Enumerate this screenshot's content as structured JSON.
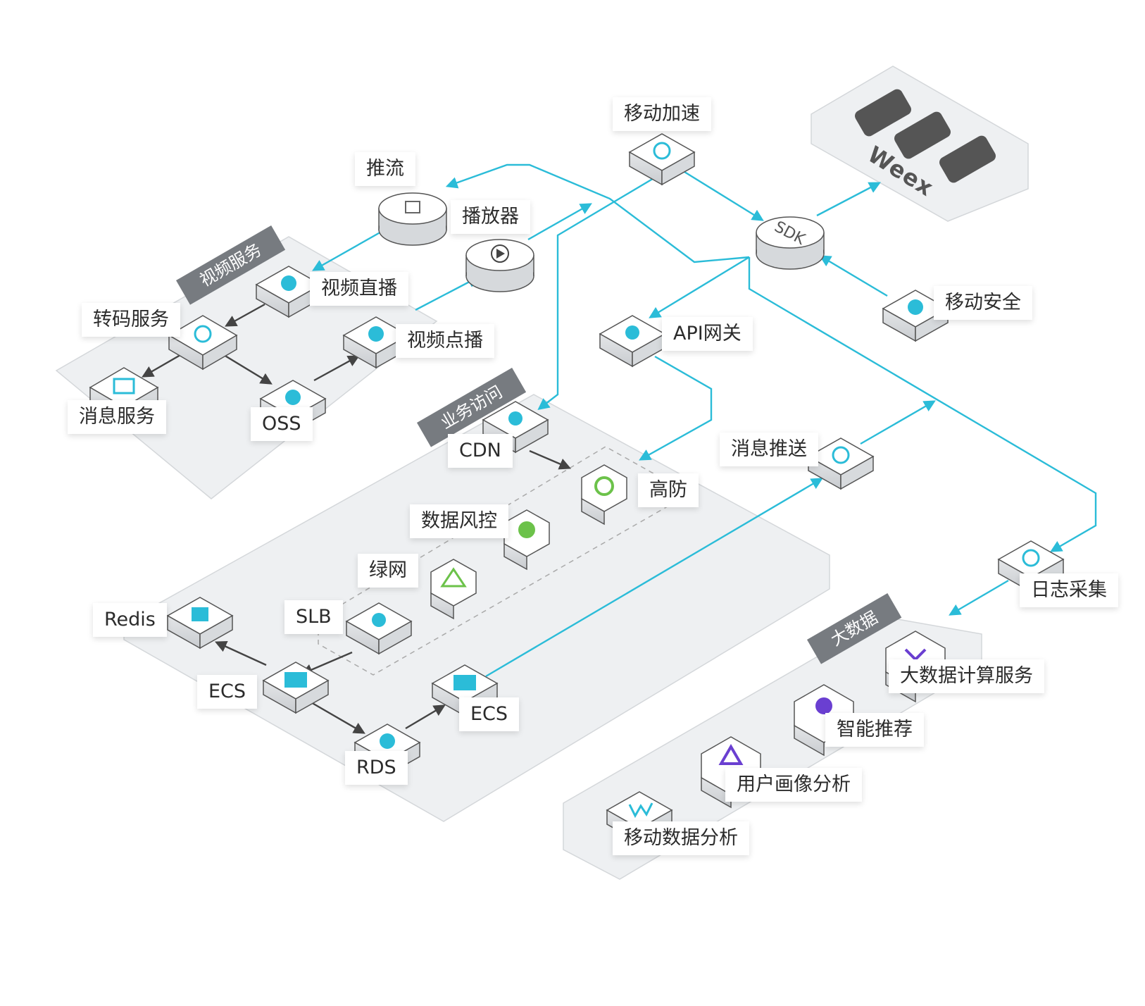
{
  "zones": {
    "video": "视频服务",
    "business": "业务访问",
    "bigdata": "大数据"
  },
  "nodes": {
    "tuiliu": "推流",
    "bofangqi": "播放器",
    "yidongjiasu": "移动加速",
    "sdk": "SDK",
    "weex": "Weex",
    "shipinzhibo": "视频直播",
    "zhuanma": "转码服务",
    "shipindianbo": "视频点播",
    "xiaoxifuwu": "消息服务",
    "oss": "OSS",
    "apiwangguan": "API网关",
    "yidonganquan": "移动安全",
    "cdn": "CDN",
    "gaofang": "高防",
    "xiaoxituisong": "消息推送",
    "shujufengkong": "数据风控",
    "lvwang": "绿网",
    "slb": "SLB",
    "redis": "Redis",
    "ecs1": "ECS",
    "ecs2": "ECS",
    "rds": "RDS",
    "rizhicaiji": "日志采集",
    "dashujujisuan": "大数据计算服务",
    "zhinengtuijian": "智能推荐",
    "yonghuhuaxiang": "用户画像分析",
    "yidongshuju": "移动数据分析"
  },
  "colors": {
    "accent": "#2bbcd8",
    "green": "#6cc24a",
    "purple": "#6a3fd1",
    "arrow_dark": "#444444",
    "platform": "#eef0f2",
    "zone_tag": "#777b80"
  }
}
